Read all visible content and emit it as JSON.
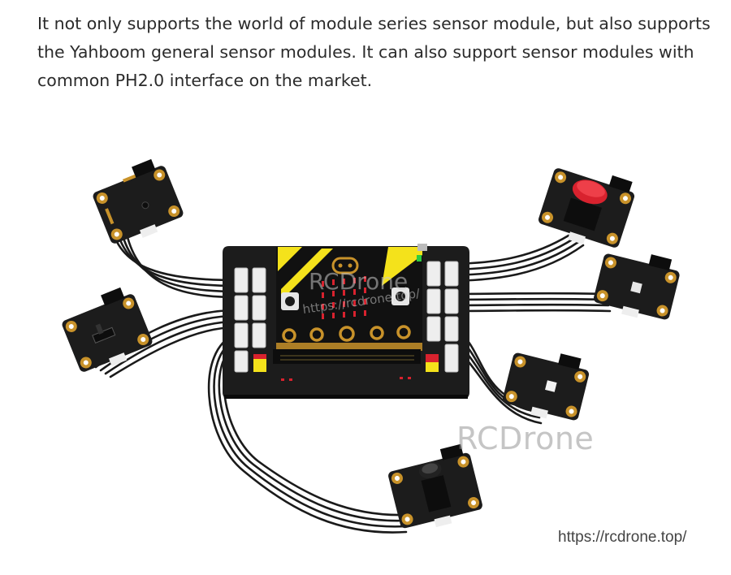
{
  "description": {
    "lines": [
      "It not only supports the world of module series sensor module, but also supports",
      "the Yahboom general sensor modules. It can also support sensor modules with",
      "common PH2.0 interface on the market."
    ]
  },
  "watermarks": {
    "brand_large": "RCDrone",
    "brand_board": "RCDrone",
    "url_board": "https://rcdrone.top/",
    "url_corner": "https://rcdrone.top/"
  },
  "colors": {
    "pcb": "#1c1c1c",
    "yellow_accent": "#f4e21b",
    "gold_pad": "#c8922a",
    "red_button": "#d8222e",
    "connector_white": "#eeeeee"
  }
}
